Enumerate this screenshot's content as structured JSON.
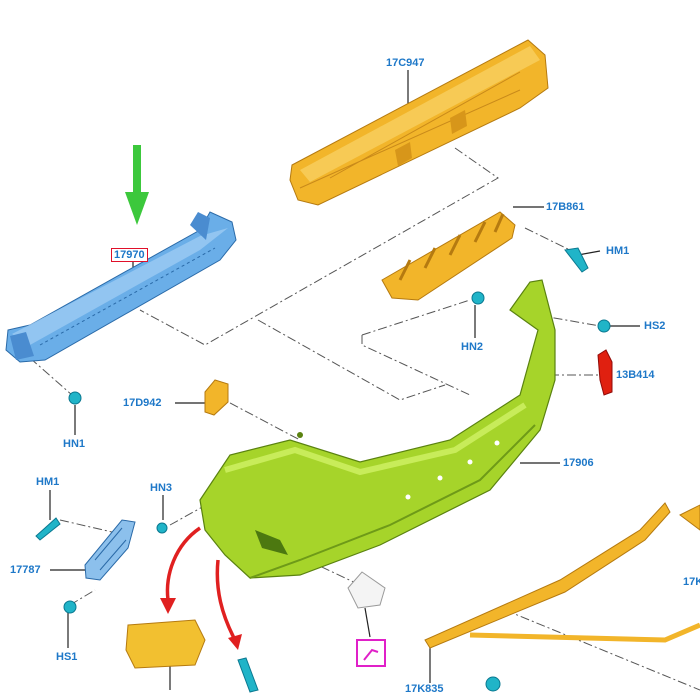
{
  "labels": {
    "absorber": "17C947",
    "reinforcement": "17970",
    "bracket_upper": "17B861",
    "hm1_right": "HM1",
    "hs2": "HS2",
    "hn2": "HN2",
    "reflector": "13B414",
    "bracket_small": "17D942",
    "hn1": "HN1",
    "bumper_cover": "17906",
    "hm1_left": "HM1",
    "hn3": "HN3",
    "bracket_side": "17787",
    "hs1": "HS1",
    "lower_moulding": "17K835",
    "right_cut": "17K"
  },
  "colors": {
    "label": "#1e78c8",
    "highlight_box": "#e0102a",
    "arrow_green": "#3cc83c",
    "arrow_red": "#e02020",
    "bumper": "#a6d42a",
    "absorber": "#f0b428",
    "reinforcement": "#6aaee8",
    "fastener": "#20b4c8",
    "reflector": "#e02010",
    "cap_marker": "#e020c8"
  }
}
